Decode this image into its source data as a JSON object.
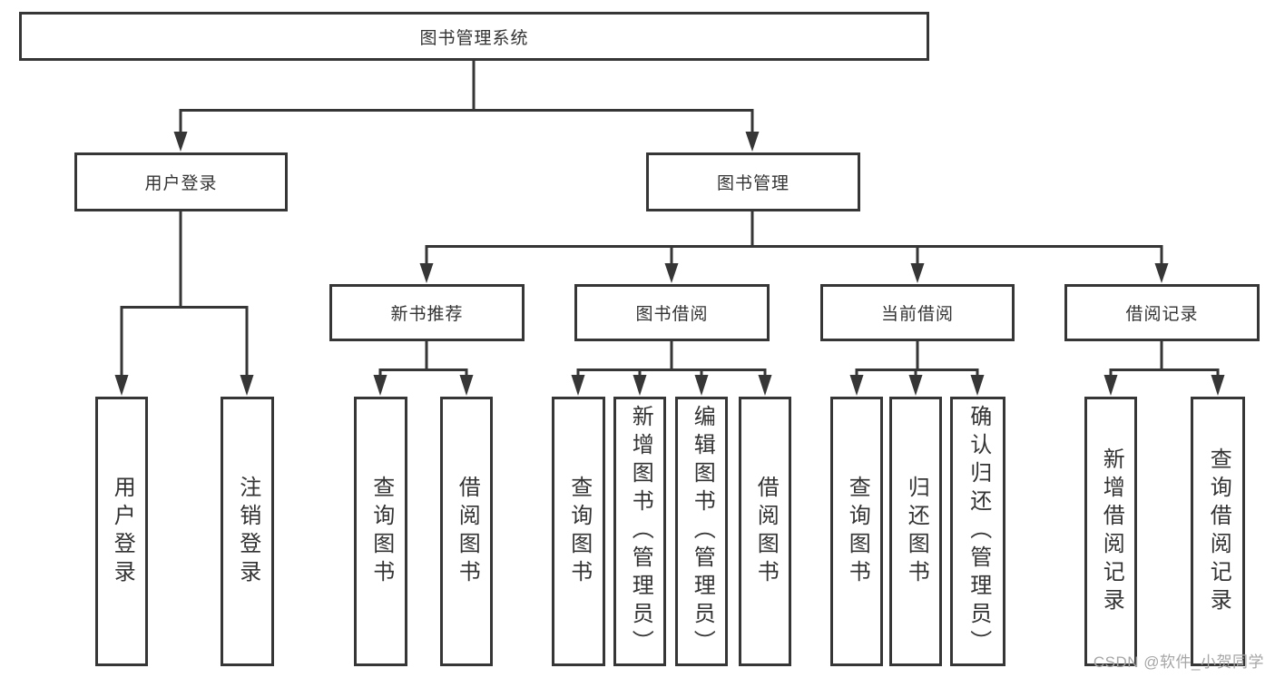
{
  "tree": {
    "root": "图书管理系统",
    "branches": [
      {
        "label": "用户登录",
        "leaves": [
          "用户登录",
          "注销登录"
        ]
      },
      {
        "label": "图书管理",
        "groups": [
          {
            "label": "新书推荐",
            "leaves": [
              "查询图书",
              "借阅图书"
            ]
          },
          {
            "label": "图书借阅",
            "leaves": [
              "查询图书",
              "新增图书（管理员）",
              "编辑图书（管理员）",
              "借阅图书"
            ]
          },
          {
            "label": "当前借阅",
            "leaves": [
              "查询图书",
              "归还图书",
              "确认归还（管理员）"
            ]
          },
          {
            "label": "借阅记录",
            "leaves": [
              "新增借阅记录",
              "查询借阅记录"
            ]
          }
        ]
      }
    ]
  },
  "watermark": "CSDN @软件_小贺同学",
  "colors": {
    "line": "#363636",
    "box_bg": "#ffffff",
    "text": "#333333",
    "watermark": "#a6a6a6"
  }
}
